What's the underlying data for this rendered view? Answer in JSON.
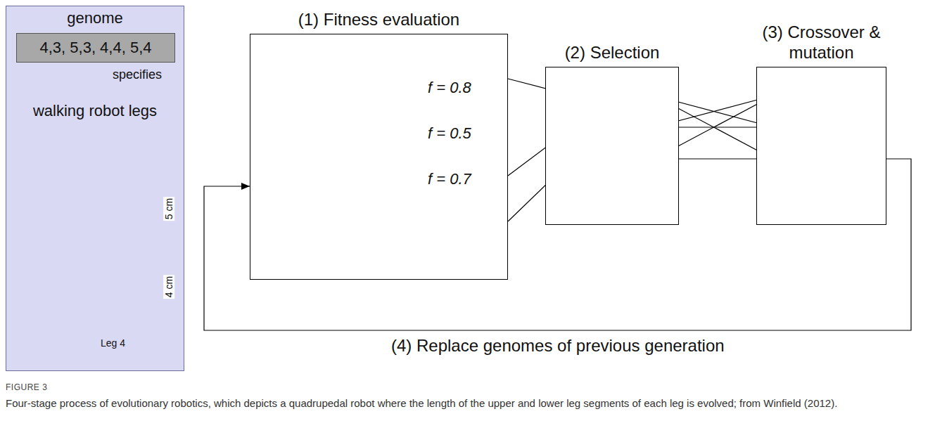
{
  "diagram": {
    "title": "FIGURE 3",
    "caption": "Four-stage process of evolutionary robotics, which depicts a quadrupedal robot where the length of the upper and lower leg segments of each leg is evolved; from Winfield (2012).",
    "nodes": [
      {
        "text": [
          "genome",
          "walking robot legs"
        ]
      },
      {
        "text": [
          "4,3, 5,3, 4,4, 5,4"
        ],
        "in": 0
      },
      {
        "text": [
          "(1) Fitness evaluation"
        ]
      },
      {
        "text": [
          "(2) Selection"
        ]
      },
      {
        "text": [
          "(3) Crossover & mutation"
        ]
      }
    ],
    "edges": [
      {
        "from": 4,
        "to": 2,
        "arrow": "to",
        "label": "(4) Replace genomes of previous generation"
      }
    ],
    "labels": [
      "specifies",
      "5 cm",
      "4 cm",
      "Leg 4",
      "f = 0.8",
      "f = 0.5",
      "f = 0.7"
    ]
  }
}
